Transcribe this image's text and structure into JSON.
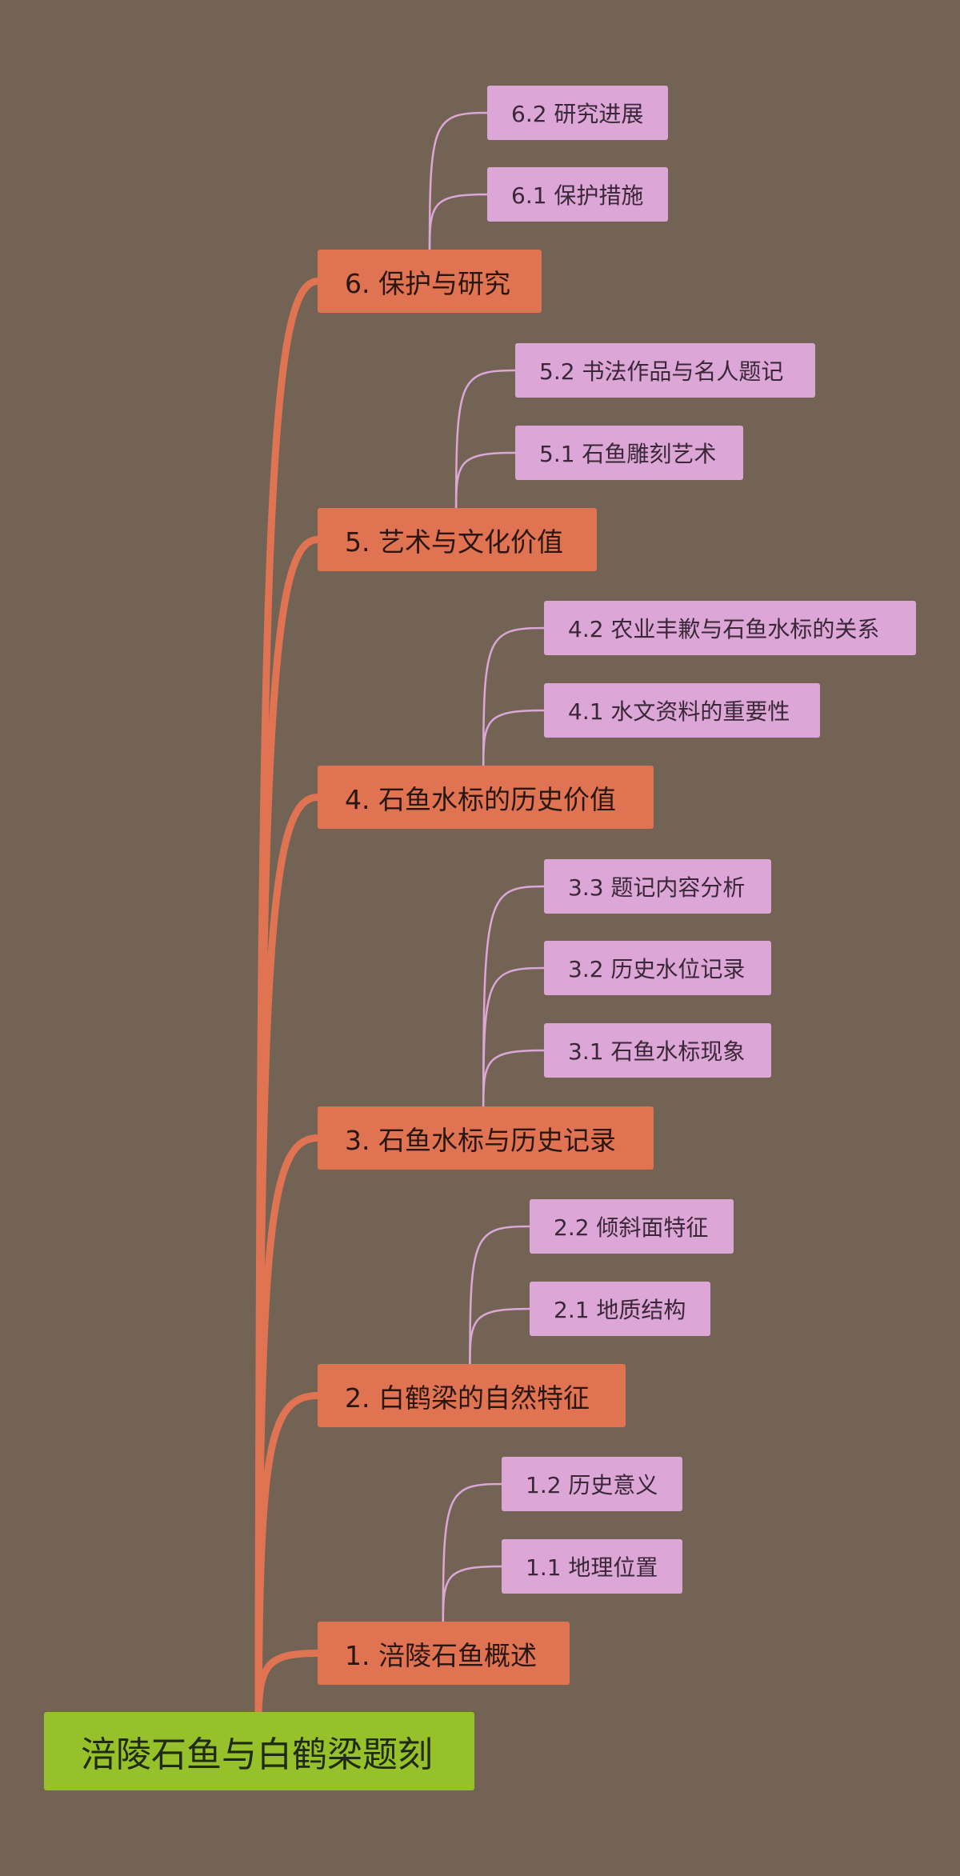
{
  "mindmap": {
    "root": {
      "id": "root",
      "label": "涪陵石鱼与白鹤梁题刻"
    },
    "branches": [
      {
        "id": "b1",
        "label": "1. 涪陵石鱼概述",
        "children": [
          {
            "id": "b1c1",
            "label": "1.1 地理位置"
          },
          {
            "id": "b1c2",
            "label": "1.2 历史意义"
          }
        ]
      },
      {
        "id": "b2",
        "label": "2. 白鹤梁的自然特征",
        "children": [
          {
            "id": "b2c1",
            "label": "2.1 地质结构"
          },
          {
            "id": "b2c2",
            "label": "2.2 倾斜面特征"
          }
        ]
      },
      {
        "id": "b3",
        "label": "3. 石鱼水标与历史记录",
        "children": [
          {
            "id": "b3c1",
            "label": "3.1 石鱼水标现象"
          },
          {
            "id": "b3c2",
            "label": "3.2 历史水位记录"
          },
          {
            "id": "b3c3",
            "label": "3.3 题记内容分析"
          }
        ]
      },
      {
        "id": "b4",
        "label": "4. 石鱼水标的历史价值",
        "children": [
          {
            "id": "b4c1",
            "label": "4.1 水文资料的重要性"
          },
          {
            "id": "b4c2",
            "label": "4.2 农业丰歉与石鱼水标的关系"
          }
        ]
      },
      {
        "id": "b5",
        "label": "5. 艺术与文化价值",
        "children": [
          {
            "id": "b5c1",
            "label": "5.1 石鱼雕刻艺术"
          },
          {
            "id": "b5c2",
            "label": "5.2 书法作品与名人题记"
          }
        ]
      },
      {
        "id": "b6",
        "label": "6. 保护与研究",
        "children": [
          {
            "id": "b6c1",
            "label": "6.1 保护措施"
          },
          {
            "id": "b6c2",
            "label": "6.2 研究进展"
          }
        ]
      }
    ]
  },
  "colors": {
    "background": "#736355",
    "root": "#96c12a",
    "main": "#e07352",
    "main_connector": "#e07352",
    "sub": "#dca6d6",
    "sub_connector": "#dca6d6"
  }
}
